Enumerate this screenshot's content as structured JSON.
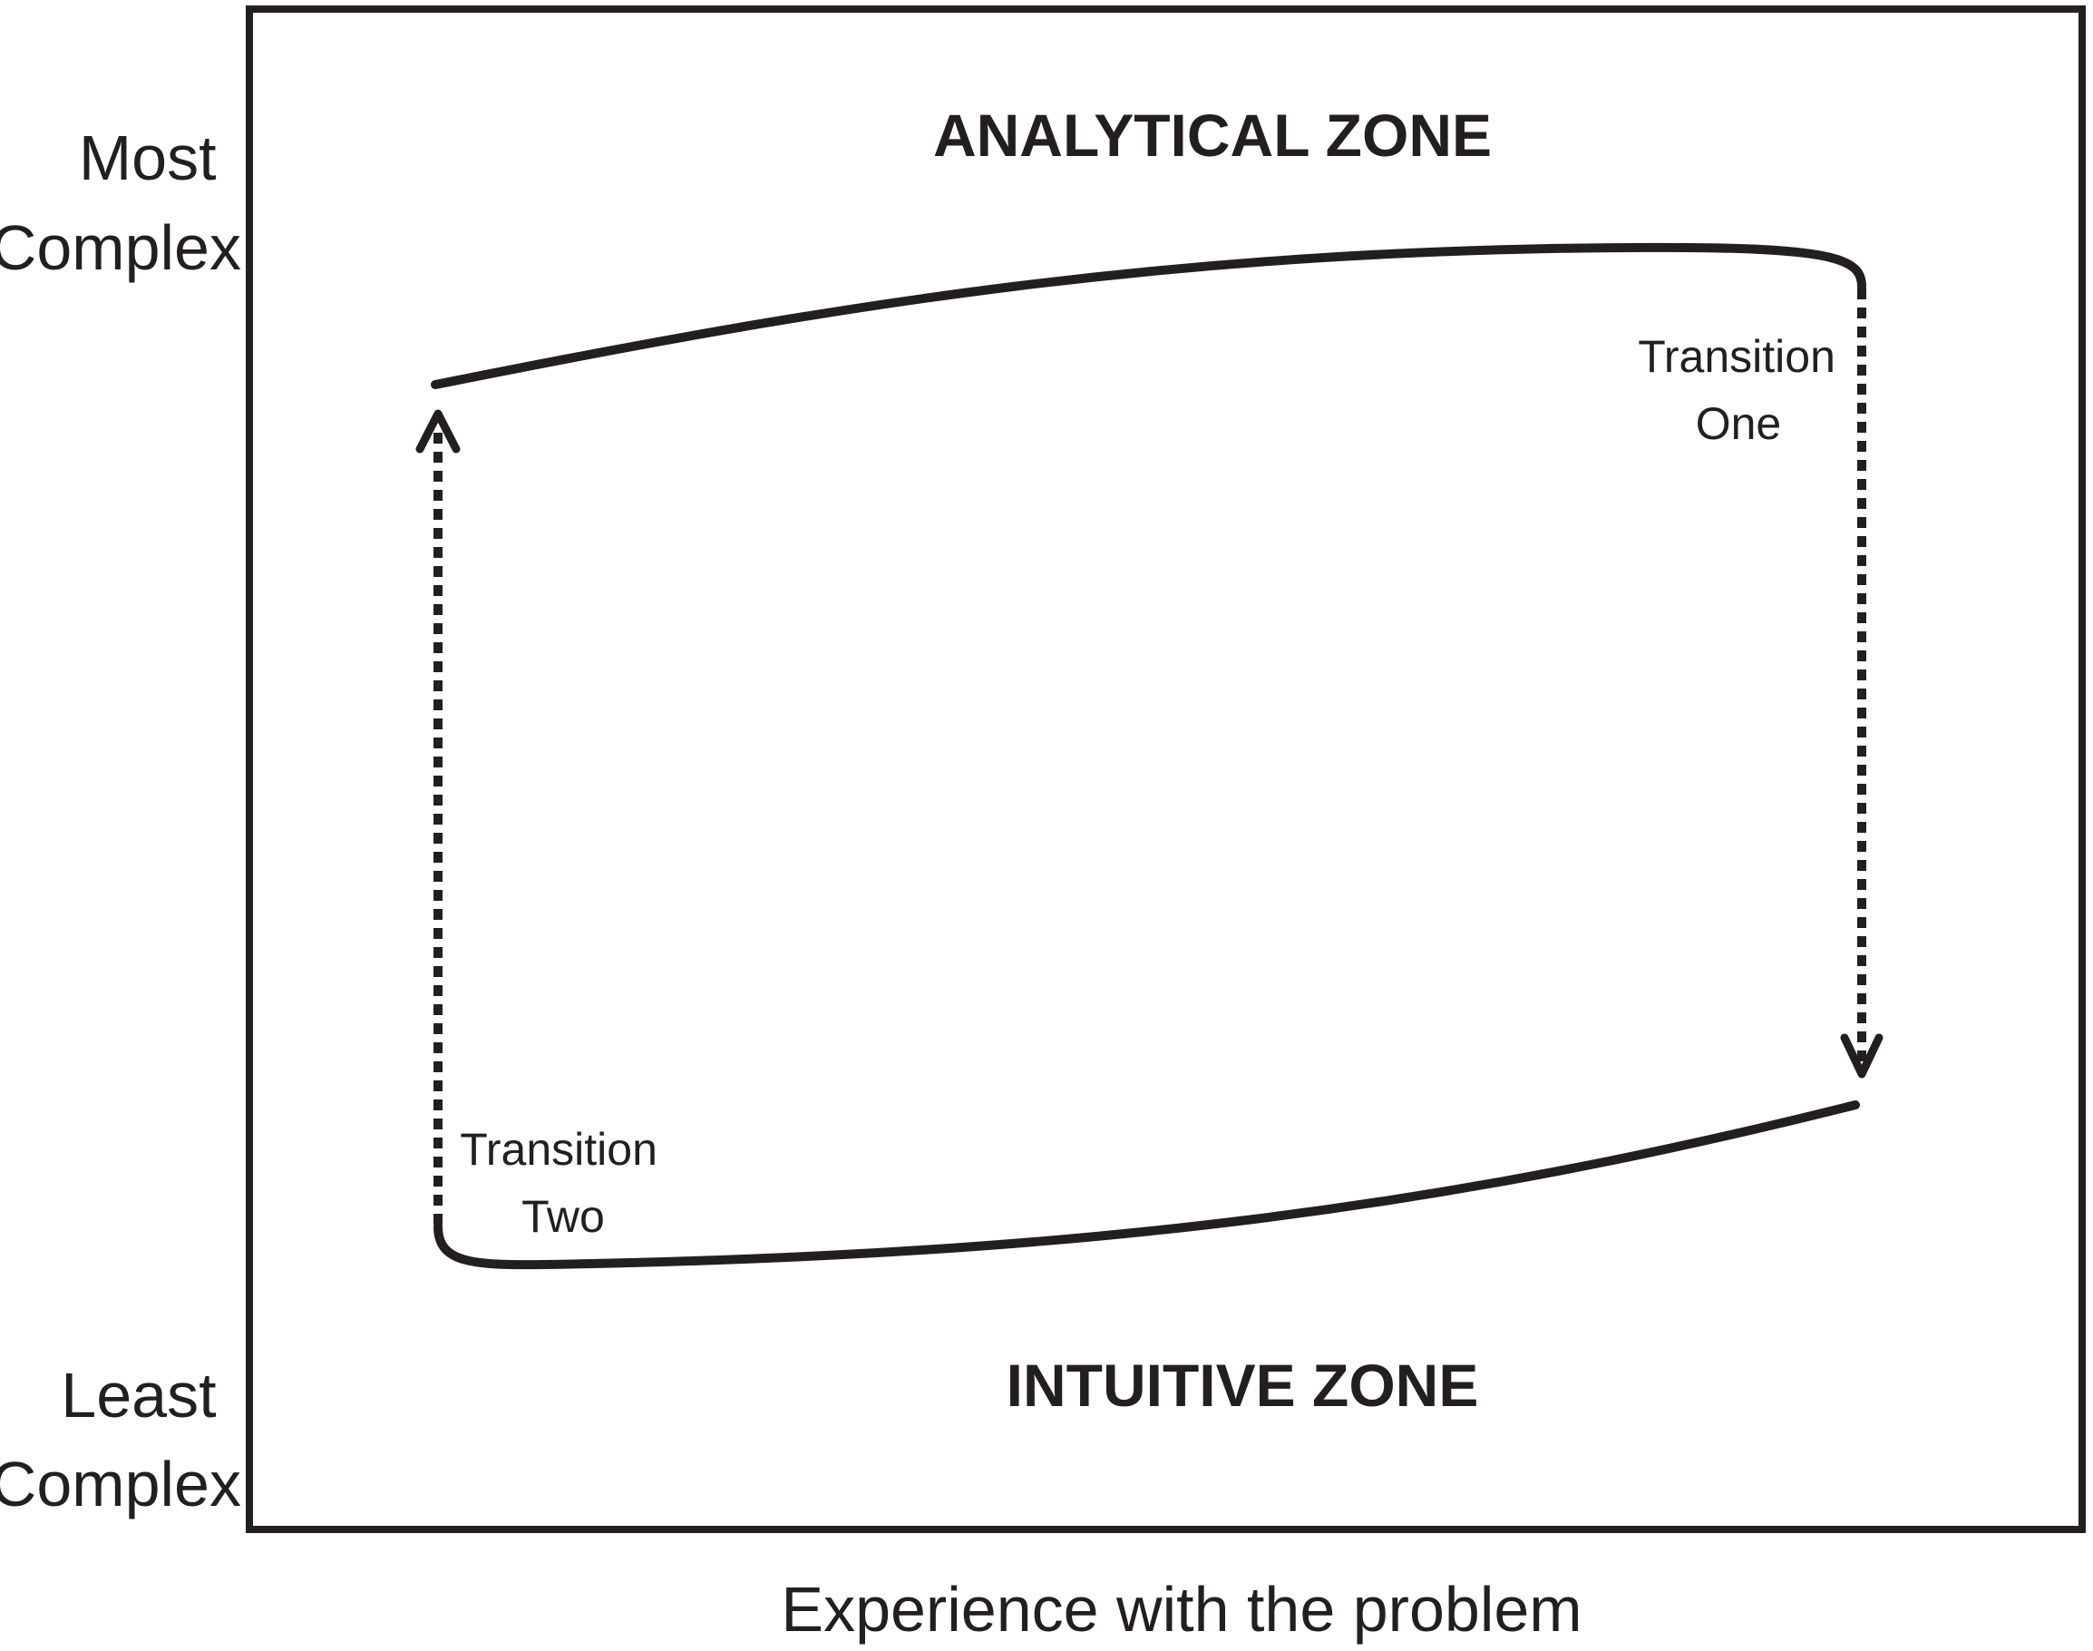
{
  "y_axis": {
    "top_label": [
      "Most",
      "Complex"
    ],
    "bottom_label": [
      "Least",
      "Complex"
    ]
  },
  "x_axis": {
    "label": "Experience with the problem"
  },
  "zones": {
    "analytical": "ANALYTICAL ZONE",
    "intuitive": "INTUITIVE ZONE"
  },
  "transitions": {
    "one": [
      "Transition",
      "One"
    ],
    "two": [
      "Transition",
      "Two"
    ]
  },
  "colors": {
    "ink": "#231f20",
    "background": "#ffffff"
  }
}
